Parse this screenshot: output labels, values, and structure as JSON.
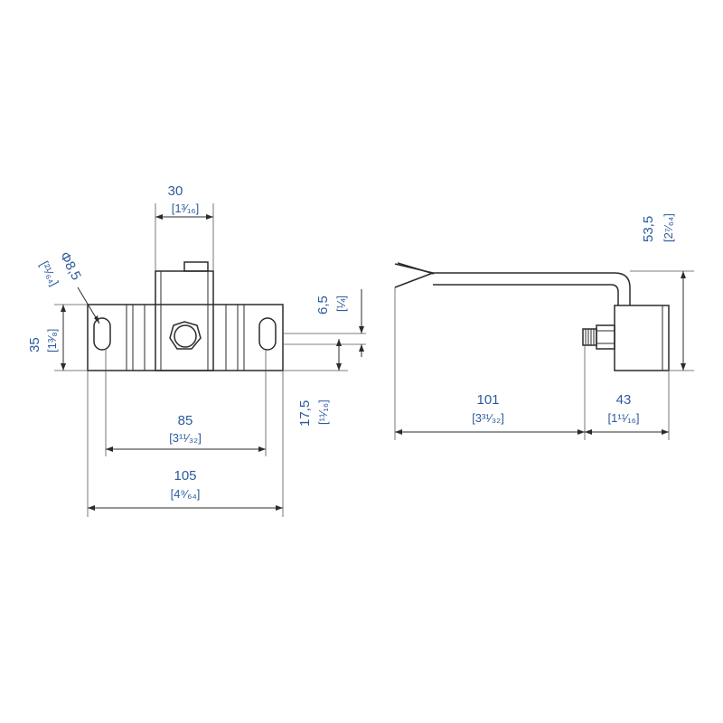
{
  "dimensions": {
    "top_width": {
      "metric": "30",
      "imperial": "[1³⁄₁₆]"
    },
    "hole_dia": {
      "metric": "Φ8,5",
      "imperial": "[²¹⁄₆₄]"
    },
    "height": {
      "metric": "35",
      "imperial": "[1³⁄₈]"
    },
    "cable_offset": {
      "metric": "6,5",
      "imperial": "[¼]"
    },
    "center_height": {
      "metric": "17,5",
      "imperial": "[¹¹⁄₁₆]"
    },
    "hole_spacing": {
      "metric": "85",
      "imperial": "[3¹¹⁄₃₂]"
    },
    "overall_width": {
      "metric": "105",
      "imperial": "[4⁹⁄₆₄]"
    },
    "cable_height": {
      "metric": "53,5",
      "imperial": "[2⁷⁄₆₄]"
    },
    "cable_length": {
      "metric": "101",
      "imperial": "[3³¹⁄₃₂]"
    },
    "side_depth": {
      "metric": "43",
      "imperial": "[1¹¹⁄₁₆]"
    }
  }
}
